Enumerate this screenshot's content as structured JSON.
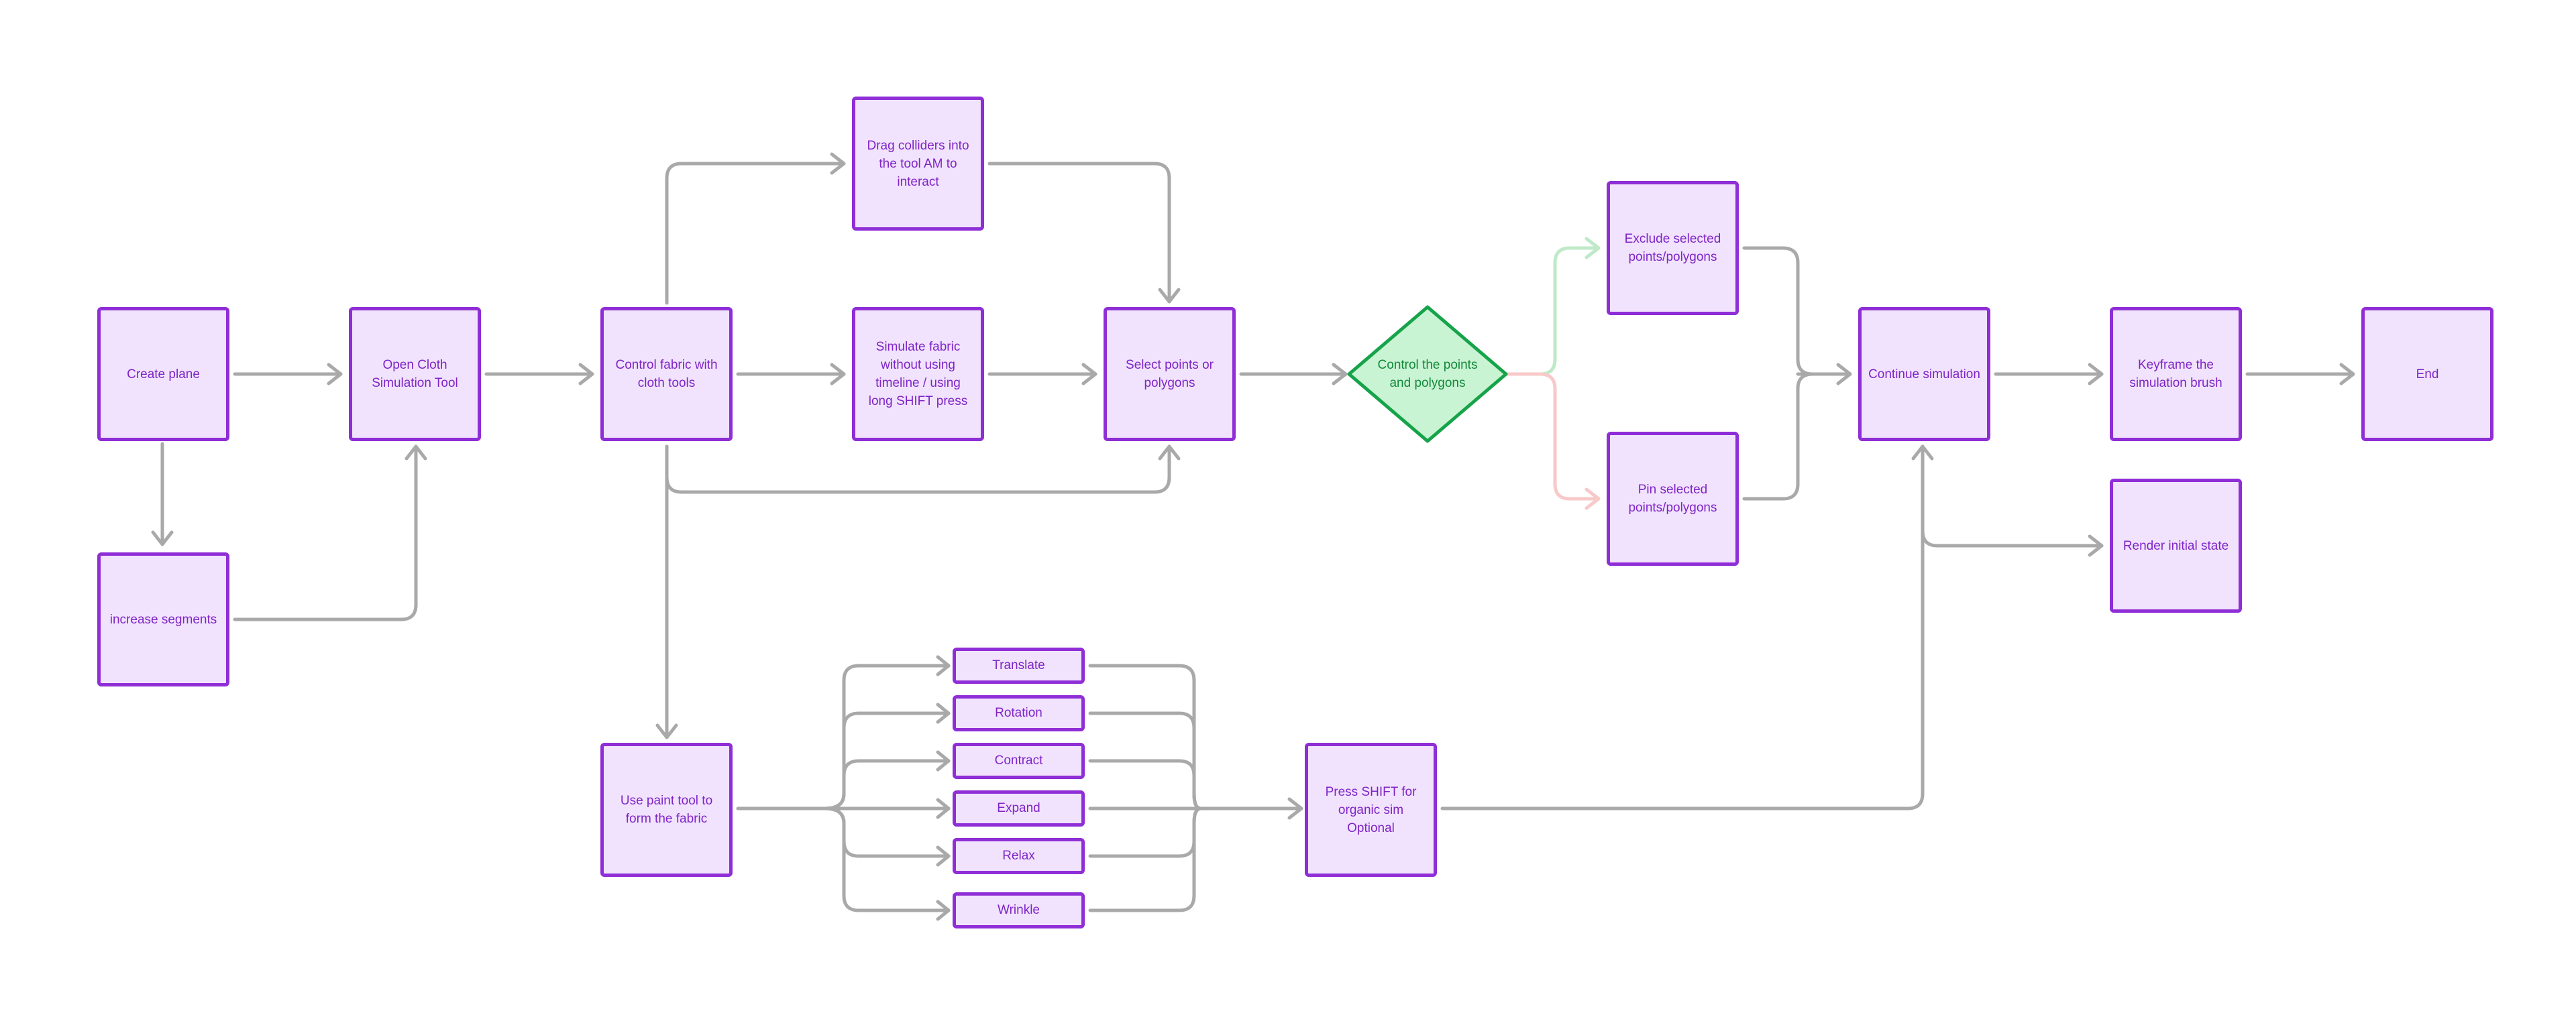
{
  "colors": {
    "node_fill": "#f1e3fd",
    "node_border": "#8f2ed6",
    "node_text": "#7f24c6",
    "connector": "#a9a9a9",
    "decision_fill": "#c9f4d3",
    "decision_border": "#16a34a",
    "decision_text": "#13893b",
    "yes_connector": "#bfe9c8",
    "no_connector": "#f8c9c9"
  },
  "nodes": {
    "create_plane": "Create plane",
    "increase_segments": "increase segments",
    "open_cloth": "Open Cloth Simulation Tool",
    "control_fabric": "Control fabric with cloth tools",
    "drag_colliders": "Drag colliders into the tool AM to interact",
    "simulate_fabric": "Simulate fabric without using timeline / using long SHIFT press",
    "select_points": "Select points or polygons",
    "control_points": "Control the points and polygons",
    "exclude_selected": "Exclude selected points/polygons",
    "pin_selected": "Pin selected points/polygons",
    "continue_sim": "Continue simulation",
    "keyframe_brush": "Keyframe the simulation brush",
    "end": "End",
    "render_initial": "Render initial state",
    "use_paint": "Use paint tool to form the fabric",
    "press_shift": "Press SHIFT for organic sim Optional"
  },
  "brush_modes": [
    "Translate",
    "Rotation",
    "Contract",
    "Expand",
    "Relax",
    "Wrinkle"
  ]
}
